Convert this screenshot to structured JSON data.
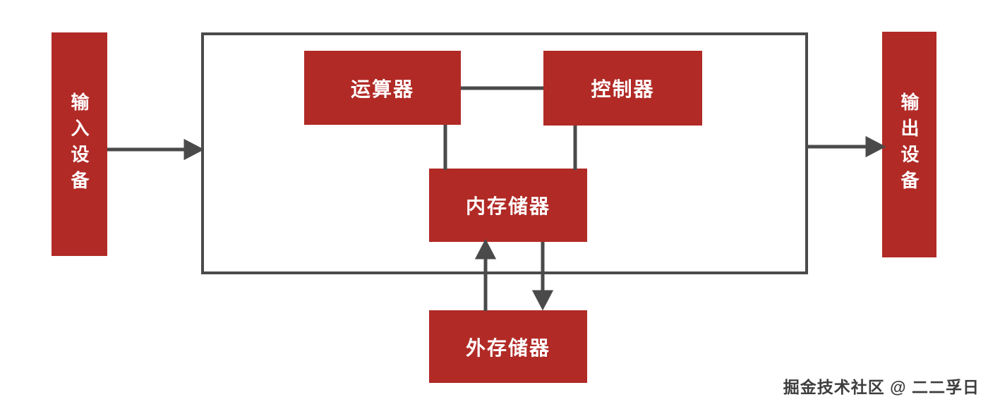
{
  "diagram": {
    "nodes": {
      "input_device": {
        "label": "输入设备"
      },
      "alu": {
        "label": "运算器"
      },
      "controller": {
        "label": "控制器"
      },
      "main_memory": {
        "label": "内存储器"
      },
      "external_memory": {
        "label": "外存储器"
      },
      "output_device": {
        "label": "输出设备"
      }
    },
    "connections": [
      {
        "from": "input_device",
        "to": "host_frame",
        "arrow": "right"
      },
      {
        "from": "host_frame",
        "to": "output_device",
        "arrow": "right"
      },
      {
        "from": "alu",
        "to": "controller",
        "arrow": "none"
      },
      {
        "from": "alu",
        "to": "main_memory",
        "arrow": "none"
      },
      {
        "from": "controller",
        "to": "main_memory",
        "arrow": "none"
      },
      {
        "from": "external_memory",
        "to": "main_memory",
        "arrow": "up"
      },
      {
        "from": "main_memory",
        "to": "external_memory",
        "arrow": "down"
      }
    ],
    "colors": {
      "node_fill": "#B12A26",
      "node_text": "#FFFFFF",
      "connector": "#4A4A4A",
      "background": "#FFFFFF"
    },
    "watermark": {
      "text": "掘金技术社区 @ 二二孚日"
    }
  }
}
